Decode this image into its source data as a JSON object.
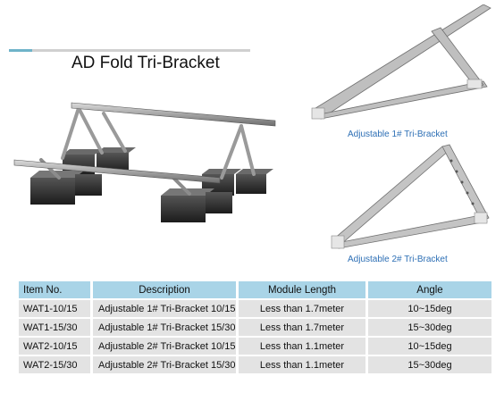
{
  "title": "AD Fold Tri-Bracket",
  "captions": {
    "bracket1": "Adjustable 1# Tri-Bracket",
    "bracket2": "Adjustable 2# Tri-Bracket"
  },
  "table": {
    "headers": [
      "Item No.",
      "Description",
      "Module Length",
      "Angle"
    ],
    "rows": [
      [
        "WAT1-10/15",
        "Adjustable 1# Tri-Bracket 10/15",
        "Less than 1.7meter",
        "10~15deg"
      ],
      [
        "WAT1-15/30",
        "Adjustable 1# Tri-Bracket 15/30",
        "Less than 1.7meter",
        "15~30deg"
      ],
      [
        "WAT2-10/15",
        "Adjustable 2# Tri-Bracket 10/15",
        "Less than 1.1meter",
        "10~15deg"
      ],
      [
        "WAT2-15/30",
        "Adjustable 2# Tri-Bracket 15/30",
        "Less than 1.1meter",
        "15~30deg"
      ]
    ]
  },
  "colors": {
    "header_bg": "#a9d4e7",
    "row_bg": "#e3e3e3",
    "caption": "#2d6fb5",
    "accent": "#6fb3c9"
  }
}
